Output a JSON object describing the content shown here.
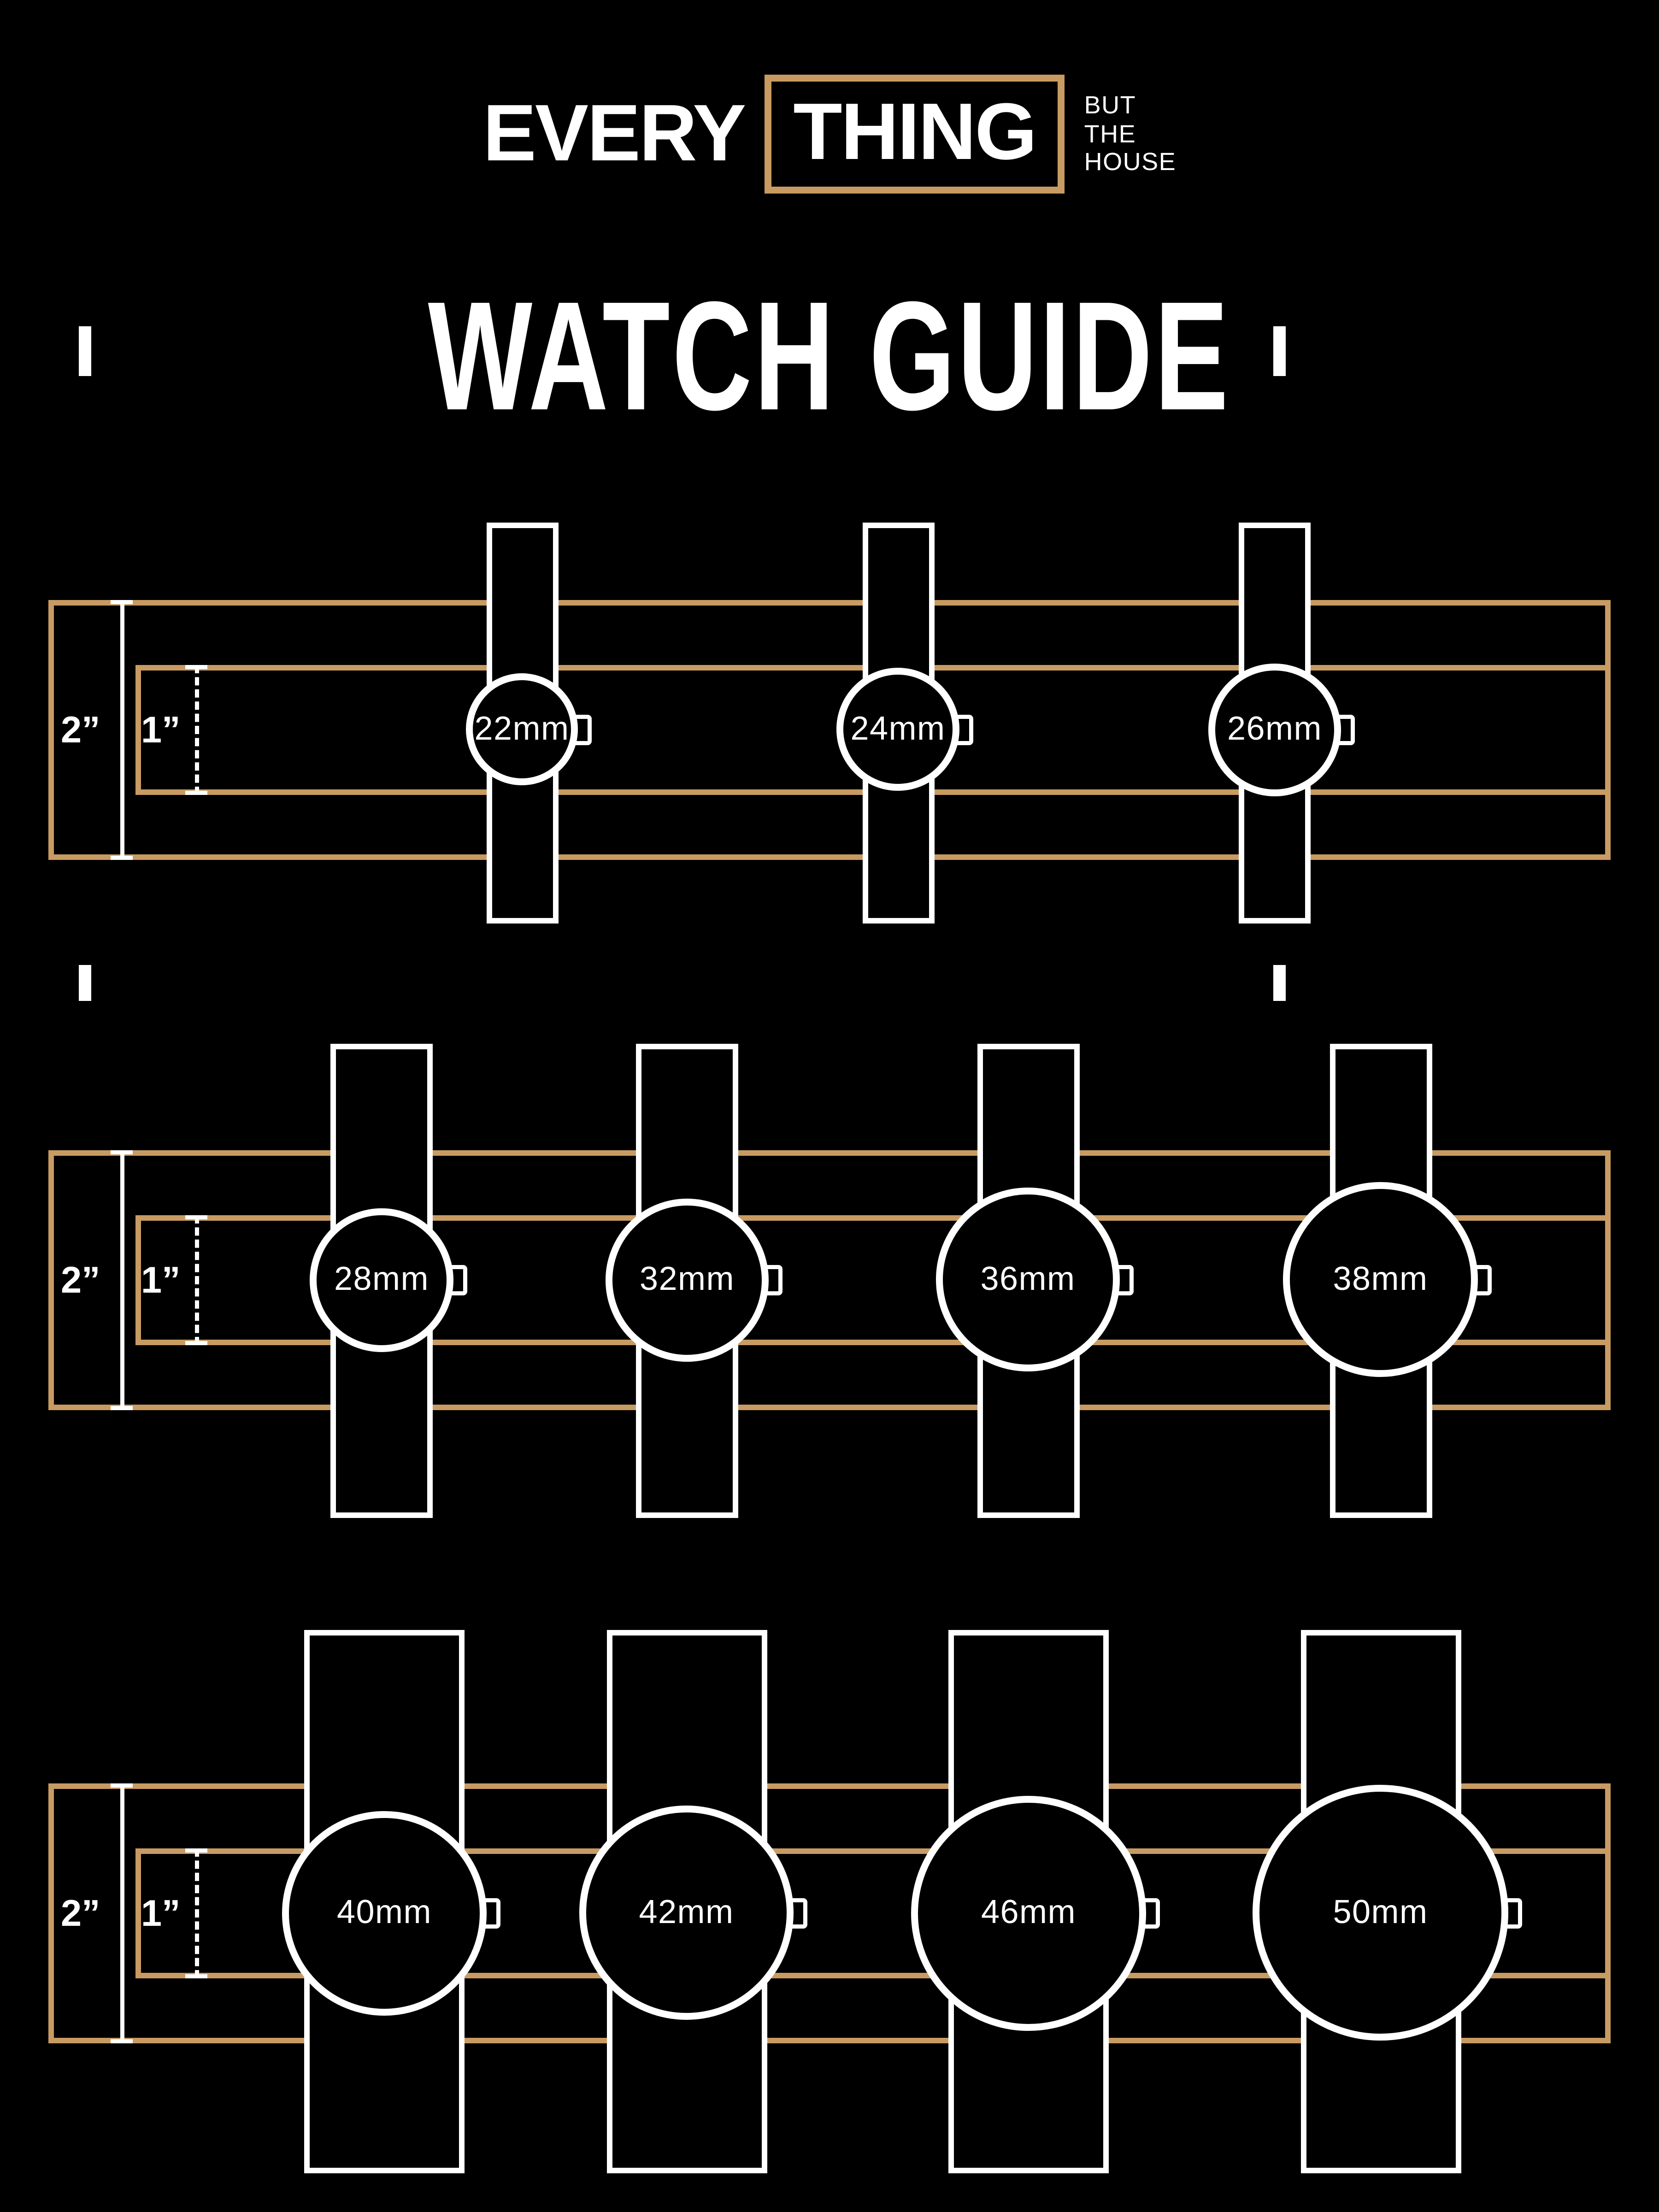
{
  "brand": {
    "word_primary": "EVERY",
    "word_boxed": "THING",
    "tagline": [
      "BUT",
      "THE",
      "HOUSE"
    ]
  },
  "title": "WATCH GUIDE",
  "colors": {
    "background": "#000000",
    "accent": "#C89B62",
    "line": "#FFFFFF"
  },
  "rows": [
    {
      "outer_label": "2”",
      "inner_label": "1”",
      "watches": [
        {
          "label": "22mm",
          "mm": 22
        },
        {
          "label": "24mm",
          "mm": 24
        },
        {
          "label": "26mm",
          "mm": 26
        }
      ]
    },
    {
      "outer_label": "2”",
      "inner_label": "1”",
      "watches": [
        {
          "label": "28mm",
          "mm": 28
        },
        {
          "label": "32mm",
          "mm": 32
        },
        {
          "label": "36mm",
          "mm": 36
        },
        {
          "label": "38mm",
          "mm": 38
        }
      ]
    },
    {
      "outer_label": "2”",
      "inner_label": "1”",
      "watches": [
        {
          "label": "40mm",
          "mm": 40
        },
        {
          "label": "42mm",
          "mm": 42
        },
        {
          "label": "46mm",
          "mm": 46
        },
        {
          "label": "50mm",
          "mm": 50
        }
      ]
    }
  ]
}
